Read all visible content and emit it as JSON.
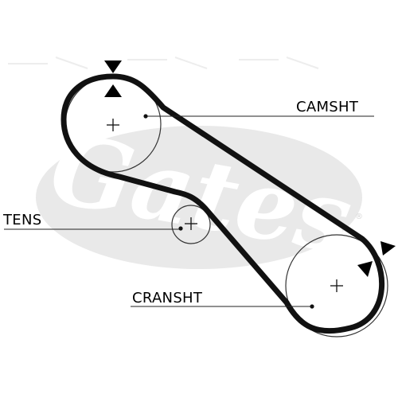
{
  "diagram": {
    "labels": {
      "camshaft": "CAMSHT",
      "tensioner": "TENS",
      "crankshaft": "CRANSHT"
    },
    "watermark": {
      "text": "Gates",
      "color": "#e8e8e8"
    },
    "colors": {
      "belt": "#111111",
      "lines": "#222222",
      "background": "#ffffff"
    }
  }
}
